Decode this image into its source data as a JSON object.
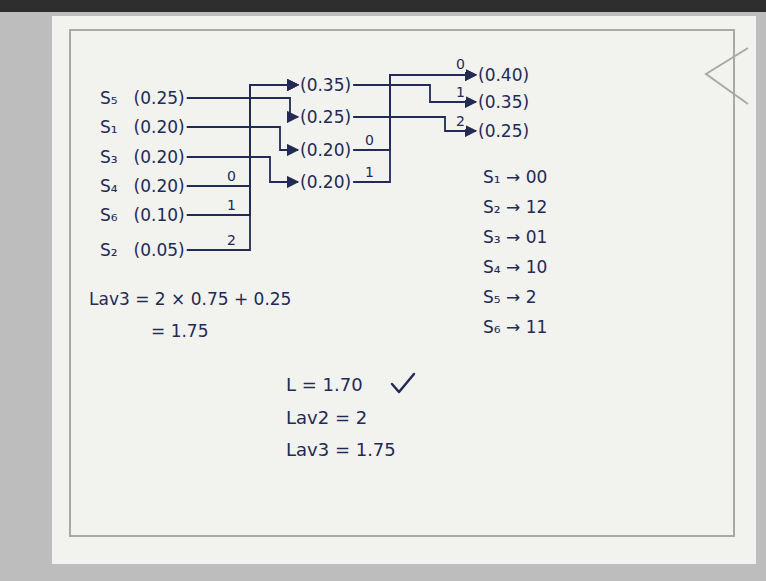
{
  "diagram": {
    "nodes": [
      {
        "text": [
          "S₅",
          "(0.25)"
        ]
      },
      {
        "text": [
          "S₁",
          "(0.20)"
        ]
      },
      {
        "text": [
          "S₃",
          "(0.20)"
        ]
      },
      {
        "text": [
          "S₄",
          "(0.20)"
        ]
      },
      {
        "text": [
          "S₆",
          "(0.10)"
        ]
      },
      {
        "text": [
          "S₂",
          "(0.05)"
        ]
      },
      {
        "text": [
          "(0.35)"
        ]
      },
      {
        "text": [
          "(0.25)"
        ]
      },
      {
        "text": [
          "(0.20)"
        ]
      },
      {
        "text": [
          "(0.20)"
        ]
      },
      {
        "text": [
          "(0.40)"
        ]
      },
      {
        "text": [
          "(0.35)"
        ]
      },
      {
        "text": [
          "(0.25)"
        ]
      }
    ],
    "edges": [
      {
        "from": 0,
        "to": 7,
        "arrow": "to"
      },
      {
        "from": 1,
        "to": 8,
        "arrow": "to"
      },
      {
        "from": 2,
        "to": 9,
        "arrow": "to"
      },
      {
        "from": 3,
        "to": 6,
        "arrow": "to"
      },
      {
        "from": 4,
        "to": 6,
        "arrow": "to"
      },
      {
        "from": 5,
        "to": 6,
        "arrow": "to"
      },
      {
        "from": 6,
        "to": 11,
        "arrow": "to"
      },
      {
        "from": 7,
        "to": 12,
        "arrow": "to"
      },
      {
        "from": 8,
        "to": 10,
        "arrow": "to"
      },
      {
        "from": 9,
        "to": 10,
        "arrow": "to"
      }
    ],
    "labels": [
      "0",
      "1",
      "2",
      "0",
      "1",
      "0",
      "1",
      "2",
      "S₁ → 00",
      "S₂ → 12",
      "S₃ → 01",
      "S₄ → 10",
      "S₅ → 2",
      "S₆ → 11",
      "Lav3 = 2 × 0.75 + 0.25",
      "= 1.75",
      "L = 1.70",
      "Lav2 = 2",
      "Lav3 = 1.75"
    ]
  }
}
